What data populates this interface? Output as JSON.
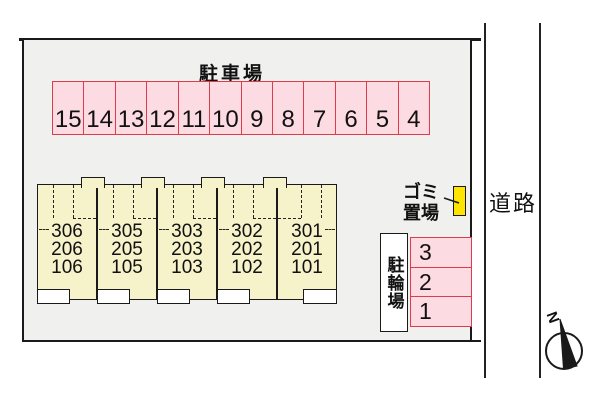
{
  "site": {
    "parking": {
      "label": "駐車場",
      "spaces": [
        "15",
        "14",
        "13",
        "12",
        "11",
        "10",
        "9",
        "8",
        "7",
        "6",
        "5",
        "4"
      ]
    },
    "building": {
      "units": [
        {
          "rooms": [
            "306",
            "206",
            "106"
          ]
        },
        {
          "rooms": [
            "305",
            "205",
            "105"
          ]
        },
        {
          "rooms": [
            "303",
            "203",
            "103"
          ]
        },
        {
          "rooms": [
            "302",
            "202",
            "102"
          ]
        },
        {
          "rooms": [
            "301",
            "201",
            "101"
          ]
        }
      ]
    },
    "garbage": {
      "label_line1": "ゴミ",
      "label_line2": "置場"
    },
    "bicycle": {
      "label": "駐輪場",
      "spaces": [
        "3",
        "2",
        "1"
      ]
    }
  },
  "road": {
    "label": "道路"
  },
  "compass": {
    "north_label": "N"
  },
  "colors": {
    "site_bg": "#f0f0ef",
    "line": "#1a1a1a",
    "parking_fill": "#fcdbe3",
    "parking_border": "#dc3c4c",
    "building_fill": "#f6f2ca",
    "garbage_yellow": "#ffe400"
  }
}
